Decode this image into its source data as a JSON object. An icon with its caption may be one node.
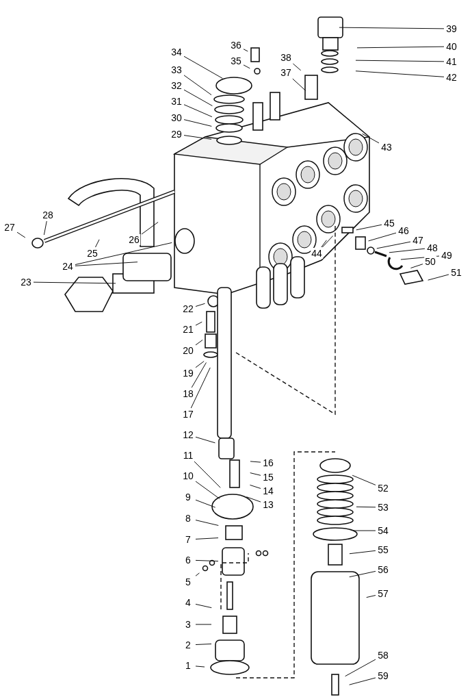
{
  "diagram": {
    "nodes": [
      {
        "text": [
          "1"
        ]
      },
      {
        "text": [
          "2"
        ]
      },
      {
        "text": [
          "3"
        ]
      },
      {
        "text": [
          "4"
        ]
      },
      {
        "text": [
          "5"
        ]
      },
      {
        "text": [
          "6"
        ]
      },
      {
        "text": [
          "7"
        ]
      },
      {
        "text": [
          "8"
        ]
      },
      {
        "text": [
          "9"
        ]
      },
      {
        "text": [
          "10"
        ]
      },
      {
        "text": [
          "11"
        ]
      },
      {
        "text": [
          "12"
        ]
      },
      {
        "text": [
          "13"
        ]
      },
      {
        "text": [
          "14"
        ]
      },
      {
        "text": [
          "15"
        ]
      },
      {
        "text": [
          "16"
        ]
      },
      {
        "text": [
          "17"
        ]
      },
      {
        "text": [
          "18"
        ]
      },
      {
        "text": [
          "19"
        ]
      },
      {
        "text": [
          "20"
        ]
      },
      {
        "text": [
          "21"
        ]
      },
      {
        "text": [
          "22"
        ]
      },
      {
        "text": [
          "23"
        ]
      },
      {
        "text": [
          "24"
        ]
      },
      {
        "text": [
          "25"
        ]
      },
      {
        "text": [
          "26"
        ]
      },
      {
        "text": [
          "27"
        ]
      },
      {
        "text": [
          "28"
        ]
      },
      {
        "text": [
          "29"
        ]
      },
      {
        "text": [
          "30"
        ]
      },
      {
        "text": [
          "31"
        ]
      },
      {
        "text": [
          "32"
        ]
      },
      {
        "text": [
          "33"
        ]
      },
      {
        "text": [
          "34"
        ]
      },
      {
        "text": [
          "35"
        ]
      },
      {
        "text": [
          "36"
        ]
      },
      {
        "text": [
          "37"
        ]
      },
      {
        "text": [
          "38"
        ]
      },
      {
        "text": [
          "39"
        ]
      },
      {
        "text": [
          "40"
        ]
      },
      {
        "text": [
          "41"
        ]
      },
      {
        "text": [
          "42"
        ]
      },
      {
        "text": [
          "43"
        ]
      },
      {
        "text": [
          "44"
        ]
      },
      {
        "text": [
          "45"
        ]
      },
      {
        "text": [
          "46"
        ]
      },
      {
        "text": [
          "47"
        ]
      },
      {
        "text": [
          "48"
        ]
      },
      {
        "text": [
          "49"
        ]
      },
      {
        "text": [
          "50"
        ]
      },
      {
        "text": [
          "51"
        ]
      },
      {
        "text": [
          "52"
        ]
      },
      {
        "text": [
          "53"
        ]
      },
      {
        "text": [
          "54"
        ]
      },
      {
        "text": [
          "55"
        ]
      },
      {
        "text": [
          "56"
        ]
      },
      {
        "text": [
          "57"
        ]
      },
      {
        "text": [
          "58"
        ]
      },
      {
        "text": [
          "59"
        ]
      }
    ],
    "edges": [
      {
        "from": 0,
        "to": null,
        "arrow": "none"
      },
      {
        "from": 1,
        "to": null,
        "arrow": "none"
      },
      {
        "from": 2,
        "to": null,
        "arrow": "none"
      },
      {
        "from": 3,
        "to": null,
        "arrow": "none"
      },
      {
        "from": 4,
        "to": null,
        "arrow": "none"
      },
      {
        "from": 5,
        "to": null,
        "arrow": "none"
      },
      {
        "from": 6,
        "to": null,
        "arrow": "none"
      },
      {
        "from": 7,
        "to": null,
        "arrow": "none"
      },
      {
        "from": 8,
        "to": null,
        "arrow": "none"
      },
      {
        "from": 9,
        "to": null,
        "arrow": "none"
      },
      {
        "from": 10,
        "to": null,
        "arrow": "none"
      },
      {
        "from": 11,
        "to": null,
        "arrow": "none"
      },
      {
        "from": 12,
        "to": null,
        "arrow": "none"
      },
      {
        "from": 13,
        "to": null,
        "arrow": "none"
      },
      {
        "from": 14,
        "to": null,
        "arrow": "none"
      },
      {
        "from": 15,
        "to": null,
        "arrow": "none"
      },
      {
        "from": 16,
        "to": null,
        "arrow": "none"
      },
      {
        "from": 17,
        "to": null,
        "arrow": "none"
      },
      {
        "from": 18,
        "to": null,
        "arrow": "none"
      },
      {
        "from": 19,
        "to": null,
        "arrow": "none"
      },
      {
        "from": 20,
        "to": null,
        "arrow": "none"
      },
      {
        "from": 21,
        "to": null,
        "arrow": "none"
      },
      {
        "from": 22,
        "to": null,
        "arrow": "none"
      },
      {
        "from": 23,
        "to": null,
        "arrow": "none"
      },
      {
        "from": 23,
        "to": null,
        "arrow": "none"
      },
      {
        "from": 24,
        "to": null,
        "arrow": "none"
      },
      {
        "from": 25,
        "to": null,
        "arrow": "none"
      },
      {
        "from": 26,
        "to": null,
        "arrow": "none"
      },
      {
        "from": 27,
        "to": null,
        "arrow": "none"
      },
      {
        "from": 28,
        "to": null,
        "arrow": "none"
      },
      {
        "from": 29,
        "to": null,
        "arrow": "none"
      },
      {
        "from": 30,
        "to": null,
        "arrow": "none"
      },
      {
        "from": 31,
        "to": null,
        "arrow": "none"
      },
      {
        "from": 32,
        "to": null,
        "arrow": "none"
      },
      {
        "from": 33,
        "to": null,
        "arrow": "none"
      },
      {
        "from": 34,
        "to": null,
        "arrow": "none"
      },
      {
        "from": 35,
        "to": null,
        "arrow": "none"
      },
      {
        "from": 36,
        "to": null,
        "arrow": "none"
      },
      {
        "from": 37,
        "to": null,
        "arrow": "none"
      },
      {
        "from": 38,
        "to": null,
        "arrow": "none"
      },
      {
        "from": 39,
        "to": null,
        "arrow": "none"
      },
      {
        "from": 40,
        "to": null,
        "arrow": "none"
      },
      {
        "from": 41,
        "to": null,
        "arrow": "none"
      },
      {
        "from": 42,
        "to": null,
        "arrow": "none"
      },
      {
        "from": 43,
        "to": null,
        "arrow": "none"
      },
      {
        "from": 43,
        "to": null,
        "arrow": "none"
      },
      {
        "from": 44,
        "to": null,
        "arrow": "none"
      },
      {
        "from": 45,
        "to": null,
        "arrow": "none"
      },
      {
        "from": 46,
        "to": null,
        "arrow": "none"
      },
      {
        "from": 47,
        "to": null,
        "arrow": "none"
      },
      {
        "from": 48,
        "to": null,
        "arrow": "none"
      },
      {
        "from": 49,
        "to": null,
        "arrow": "none"
      },
      {
        "from": 50,
        "to": null,
        "arrow": "none"
      },
      {
        "from": 51,
        "to": null,
        "arrow": "none"
      },
      {
        "from": 52,
        "to": null,
        "arrow": "none"
      },
      {
        "from": 53,
        "to": null,
        "arrow": "none"
      },
      {
        "from": 54,
        "to": null,
        "arrow": "none"
      },
      {
        "from": 55,
        "to": null,
        "arrow": "none"
      },
      {
        "from": 56,
        "to": null,
        "arrow": "none"
      },
      {
        "from": 57,
        "to": null,
        "arrow": "none"
      },
      {
        "from": 58,
        "to": null,
        "arrow": "none"
      }
    ]
  }
}
